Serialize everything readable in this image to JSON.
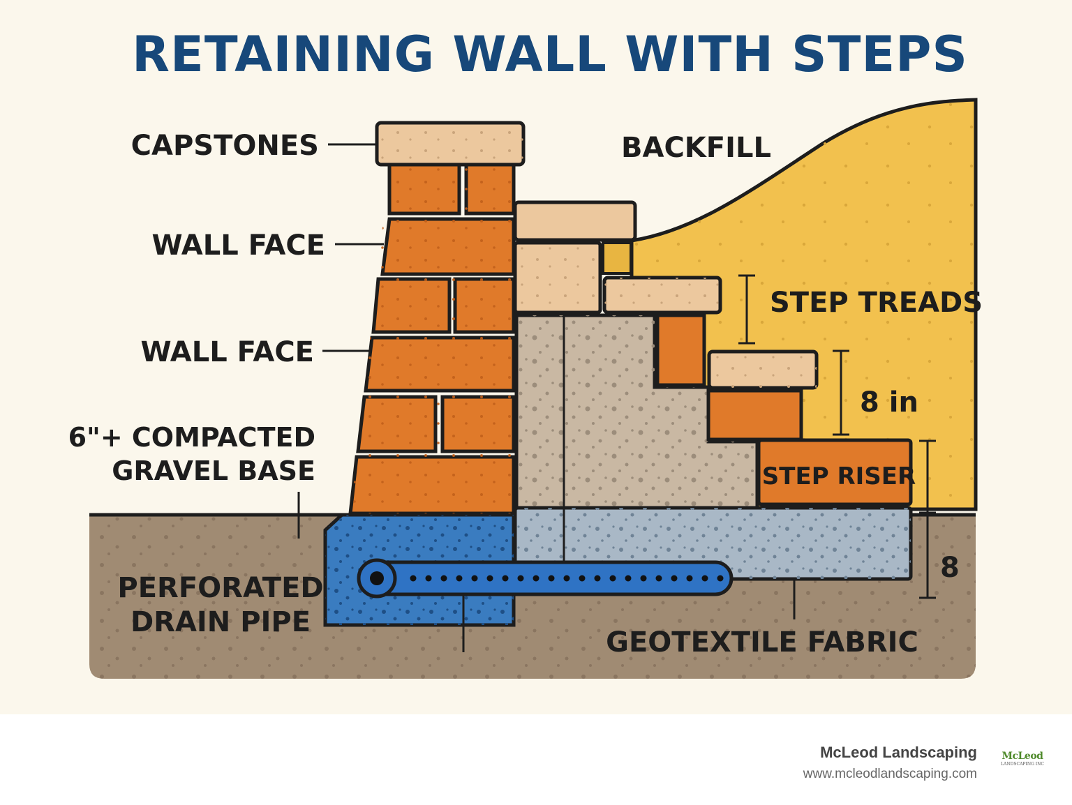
{
  "title": "RETAINING WALL WITH STEPS",
  "labels": {
    "capstones": "CAPSTONES",
    "wall_face_upper": "WALL FACE",
    "wall_face_lower": "WALL FACE",
    "gravel_base_line1": "6\"+ COMPACTED",
    "gravel_base_line2": "GRAVEL BASE",
    "drain_pipe_line1": "PERFORATED",
    "drain_pipe_line2": "DRAIN PIPE",
    "backfill": "BACKFILL",
    "step_treads": "STEP TREADS",
    "step_height": "8 in",
    "step_riser": "STEP RISER",
    "base_depth": "8",
    "geotextile": "GEOTEXTILE FABRIC"
  },
  "footer": {
    "company": "McLeod Landscaping",
    "url": "www.mcleodlandscaping.com",
    "logo_text": "McLeod",
    "logo_sub": "LANDSCAPING INC"
  },
  "colors": {
    "background": "#fbf7ec",
    "title": "#17487a",
    "brick": "#e07a2a",
    "capstone": "#ecc89e",
    "backfill": "#f2c14e",
    "concrete": "#c9b8a3",
    "gravel": "#a9b8c6",
    "drain_zone": "#3a7cc0",
    "soil": "#a08b73"
  }
}
